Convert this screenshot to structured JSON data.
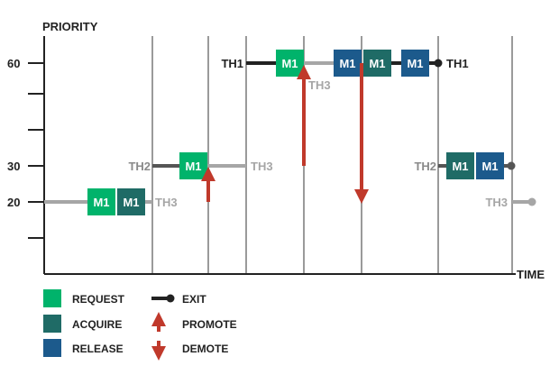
{
  "axes": {
    "y_label": "PRIORITY",
    "x_label": "TIME",
    "y_ticks": [
      "60",
      "30",
      "20"
    ]
  },
  "threads": {
    "th1": "TH1",
    "th2": "TH2",
    "th3": "TH3"
  },
  "mutex": "M1",
  "legend": {
    "request": "REQUEST",
    "acquire": "ACQUIRE",
    "release": "RELEASE",
    "exit": "EXIT",
    "promote": "PROMOTE",
    "demote": "DEMOTE"
  },
  "colors": {
    "request": "#00b36b",
    "acquire": "#1f6b66",
    "release": "#1c5a8c",
    "arrow": "#c0392b",
    "thread_active": "#222222",
    "thread_inactive": "#a6a6a6",
    "grid": "#9a9a9a"
  }
}
